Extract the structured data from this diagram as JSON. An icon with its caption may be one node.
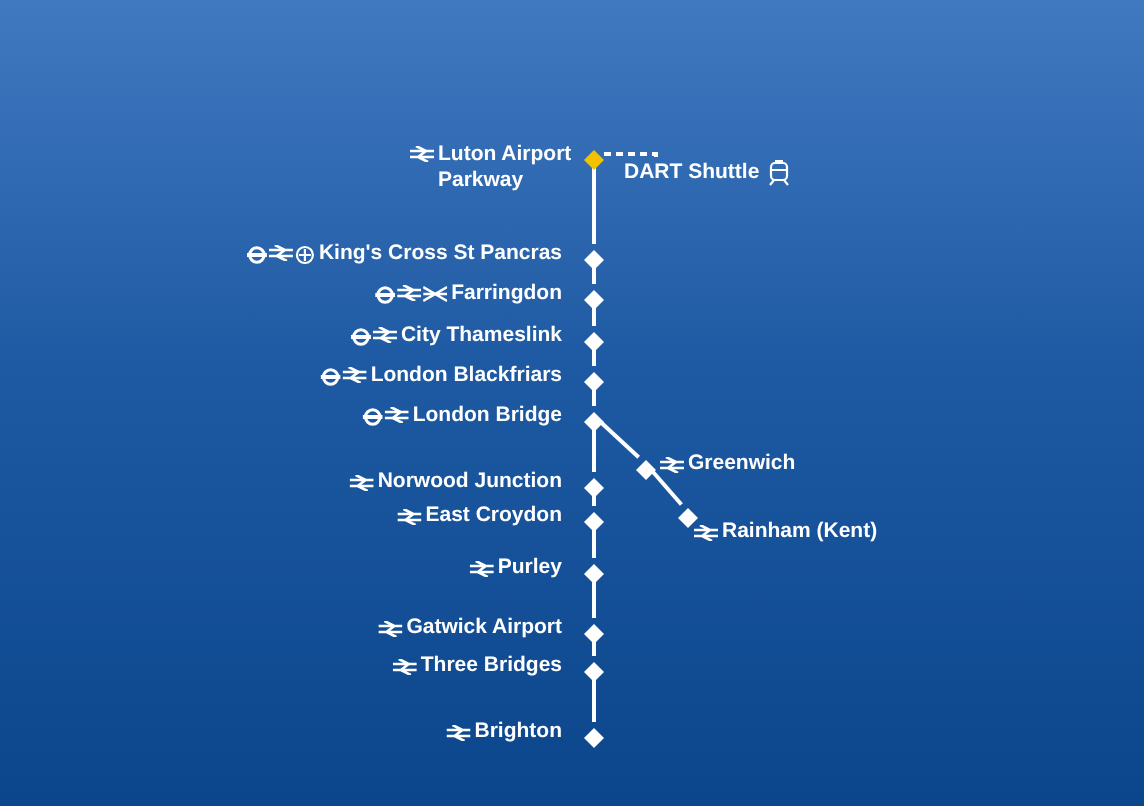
{
  "diagram": {
    "nodes": [
      {
        "text": [],
        "shape": "diamond",
        "beside": [
          "Luton Airport Parkway"
        ]
      },
      {
        "text": [
          "DART Shuttle"
        ]
      },
      {
        "text": [],
        "shape": "diamond",
        "beside": [
          "King's Cross St Pancras"
        ]
      },
      {
        "text": [],
        "shape": "diamond",
        "beside": [
          "Farringdon"
        ]
      },
      {
        "text": [],
        "shape": "diamond",
        "beside": [
          "City Thameslink"
        ]
      },
      {
        "text": [],
        "shape": "diamond",
        "beside": [
          "London Blackfriars"
        ]
      },
      {
        "text": [],
        "shape": "diamond",
        "beside": [
          "London Bridge"
        ]
      },
      {
        "text": [],
        "shape": "diamond",
        "beside": [
          "Greenwich"
        ]
      },
      {
        "text": [],
        "shape": "diamond",
        "beside": [
          "Norwood Junction"
        ]
      },
      {
        "text": [],
        "shape": "diamond",
        "beside": [
          "East Croydon"
        ]
      },
      {
        "text": [],
        "shape": "diamond",
        "beside": [
          "Rainham (Kent)"
        ]
      },
      {
        "text": [],
        "shape": "diamond",
        "beside": [
          "Purley"
        ]
      },
      {
        "text": [],
        "shape": "diamond",
        "beside": [
          "Gatwick Airport"
        ]
      },
      {
        "text": [],
        "shape": "diamond",
        "beside": [
          "Three Bridges"
        ]
      },
      {
        "text": [],
        "shape": "diamond",
        "beside": [
          "Brighton"
        ]
      }
    ],
    "edges": [
      {
        "from": 0,
        "to": 1,
        "arrow": "none",
        "style": "dashed"
      },
      {
        "from": 0,
        "to": 2,
        "arrow": "none"
      },
      {
        "from": 2,
        "to": 3,
        "arrow": "none"
      },
      {
        "from": 3,
        "to": 4,
        "arrow": "none"
      },
      {
        "from": 4,
        "to": 5,
        "arrow": "none"
      },
      {
        "from": 5,
        "to": 6,
        "arrow": "none"
      },
      {
        "from": 6,
        "to": 8,
        "arrow": "none"
      },
      {
        "from": 8,
        "to": 9,
        "arrow": "none"
      },
      {
        "from": 9,
        "to": 11,
        "arrow": "none"
      },
      {
        "from": 11,
        "to": 12,
        "arrow": "none"
      },
      {
        "from": 12,
        "to": 13,
        "arrow": "none"
      },
      {
        "from": 13,
        "to": 14,
        "arrow": "none"
      },
      {
        "from": 6,
        "to": 7,
        "arrow": "none"
      },
      {
        "from": 7,
        "to": 10,
        "arrow": "none"
      }
    ]
  }
}
